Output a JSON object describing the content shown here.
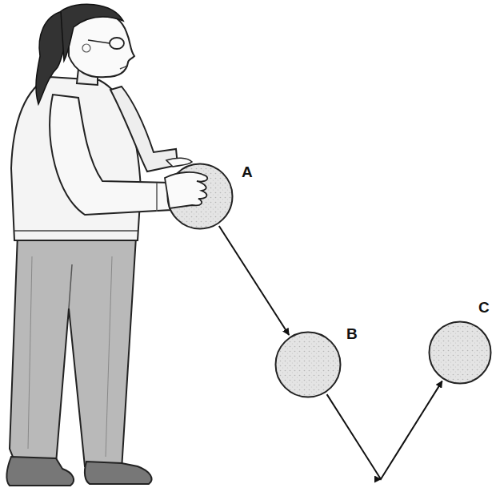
{
  "diagram": {
    "nodes": [
      {
        "text": [
          "A"
        ]
      },
      {
        "text": [
          "B"
        ]
      },
      {
        "text": [
          "C"
        ]
      }
    ],
    "edges": [
      {
        "from": 0,
        "to": 1,
        "arrow": "to"
      },
      {
        "from": 1,
        "to": 2,
        "arrow": "to"
      }
    ]
  }
}
